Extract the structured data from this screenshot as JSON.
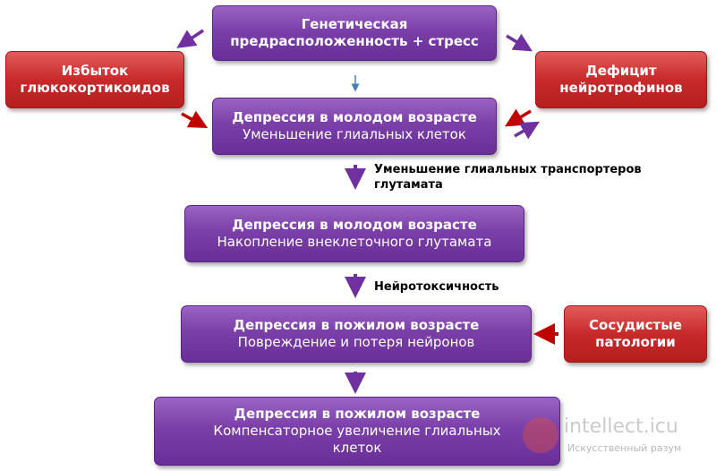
{
  "boxes": {
    "genetic": {
      "line1": "Генетическая",
      "line2": "предрасположенность + стресс"
    },
    "glucocorticoids": {
      "line1": "Избыток",
      "line2": "глюкокортикоидов"
    },
    "neurotrophins": {
      "line1": "Дефицит",
      "line2": "нейротрофинов"
    },
    "young_glial": {
      "title": "Депрессия в молодом возрасте",
      "subtitle": "Уменьшение глиальных клеток"
    },
    "young_glutamate": {
      "title": "Депрессия в молодом возрасте",
      "subtitle": "Накопление внеклеточного глутамата"
    },
    "elderly_neurons": {
      "title": "Депрессия в пожилом возрасте",
      "subtitle": "Повреждение и потеря нейронов"
    },
    "vascular": {
      "line1": "Сосудистые",
      "line2": "патологии"
    },
    "elderly_glial": {
      "title": "Депрессия в пожилом возрасте",
      "subtitle_line1": "Компенсаторное увеличение глиальных",
      "subtitle_line2": "клеток"
    }
  },
  "labels": {
    "transporters_line1": "Уменьшение глиальных транспортеров",
    "transporters_line2": "глутамата",
    "neurotoxicity": "Нейротоксичность"
  },
  "watermark": {
    "brand": "intellect.icu",
    "tagline": "Искусственный разум"
  },
  "colors": {
    "purple_box": "#7b3fa8",
    "red_box": "#c82a2a",
    "purple_arrow": "#7030a0",
    "red_arrow": "#c00000",
    "blue_arrow": "#4a7ebb"
  }
}
